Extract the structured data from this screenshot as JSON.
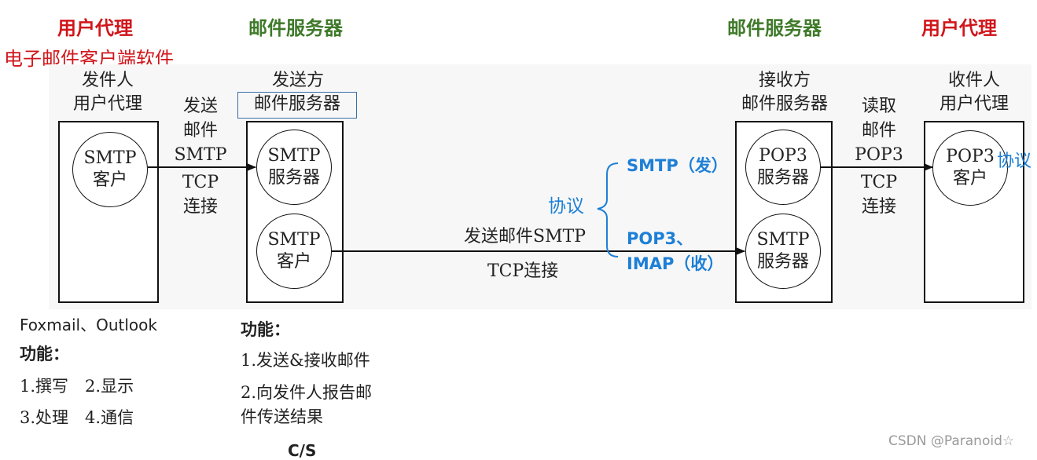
{
  "headers": {
    "user_agent_left": "用户代理",
    "mail_server_left": "邮件服务器",
    "mail_server_right": "邮件服务器",
    "user_agent_right": "用户代理",
    "email_client_software": "电子邮件客户端软件"
  },
  "sender_ua": {
    "title_line1": "发件人",
    "title_line2": "用户代理",
    "circle_line1": "SMTP",
    "circle_line2": "客户"
  },
  "link_send": {
    "line1": "发送",
    "line2": "邮件",
    "line3": "SMTP",
    "line4": "TCP",
    "line5": "连接"
  },
  "sender_server": {
    "title_line1": "发送方",
    "title_line2": "邮件服务器",
    "circle_top_line1": "SMTP",
    "circle_top_line2": "服务器",
    "circle_bottom_line1": "SMTP",
    "circle_bottom_line2": "客户"
  },
  "middle_link": {
    "line1": "发送邮件SMTP",
    "line2": "TCP连接"
  },
  "protocols": {
    "label": "协议",
    "smtp_send": "SMTP（发）",
    "pop3": "POP3、",
    "imap_recv": "IMAP（收）"
  },
  "receiver_server": {
    "title_line1": "接收方",
    "title_line2": "邮件服务器",
    "circle_top_line1": "POP3",
    "circle_top_line2": "服务器",
    "circle_bottom_line1": "SMTP",
    "circle_bottom_line2": "服务器"
  },
  "link_read": {
    "line1": "读取",
    "line2": "邮件",
    "line3": "POP3",
    "line4": "TCP",
    "line5": "连接"
  },
  "receiver_ua": {
    "title_line1": "收件人",
    "title_line2": "用户代理",
    "circle_line1": "POP3",
    "circle_line2": "客户",
    "protocol_overlay": "协议"
  },
  "notes_left": {
    "clients": "Foxmail、Outlook",
    "func_label": "功能：",
    "func_1_2": "1.撰写　2.显示",
    "func_3_4": "3.处理　4.通信"
  },
  "notes_server": {
    "func_label": "功能：",
    "func_1": "1.发送&接收邮件",
    "func_2a": "2.向发件人报告邮",
    "func_2b": "件传送结果"
  },
  "cs_label": "C/S",
  "watermark": "CSDN @Paranoid☆",
  "colors": {
    "red": "#d0161b",
    "green": "#3f7a2a",
    "blue": "#1d7fd6",
    "line": "#111111"
  }
}
